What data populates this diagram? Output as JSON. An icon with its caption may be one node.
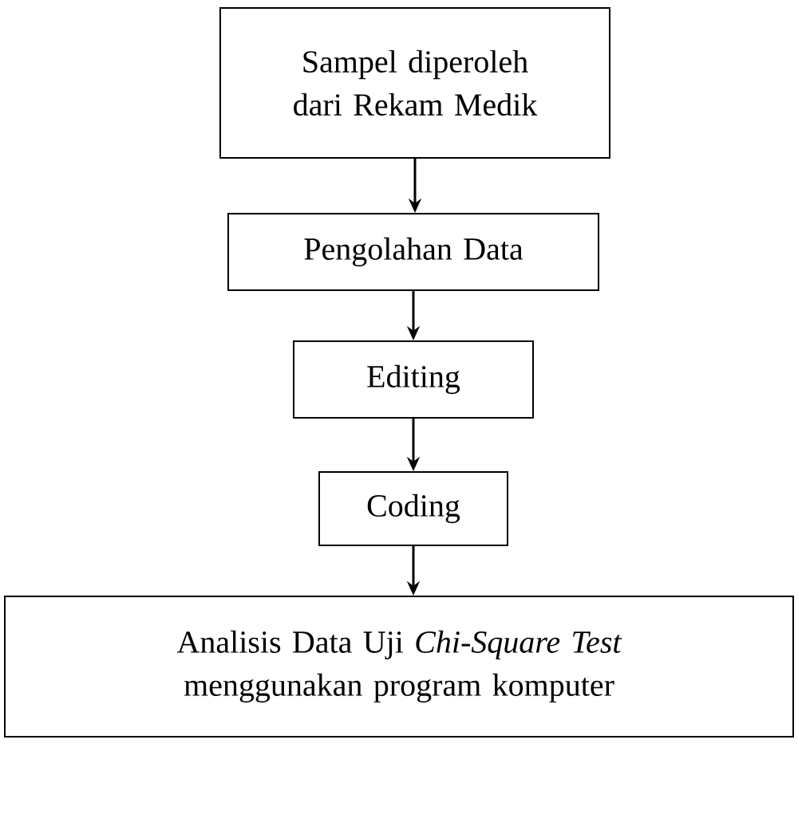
{
  "diagram": {
    "nodes": [
      {
        "text": [
          "Sampel diperoleh dari Rekam Medik"
        ]
      },
      {
        "text": [
          "Pengolahan Data"
        ]
      },
      {
        "text": [
          "Editing"
        ]
      },
      {
        "text": [
          "Coding"
        ]
      },
      {
        "text": [
          "Analisis Data Uji *Chi-Square Test* menggunakan program komputer"
        ]
      }
    ],
    "edges": [
      {
        "from": 0,
        "to": 1,
        "arrow": "to"
      },
      {
        "from": 1,
        "to": 2,
        "arrow": "to"
      },
      {
        "from": 2,
        "to": 3,
        "arrow": "to"
      },
      {
        "from": 3,
        "to": 4,
        "arrow": "to"
      }
    ]
  }
}
